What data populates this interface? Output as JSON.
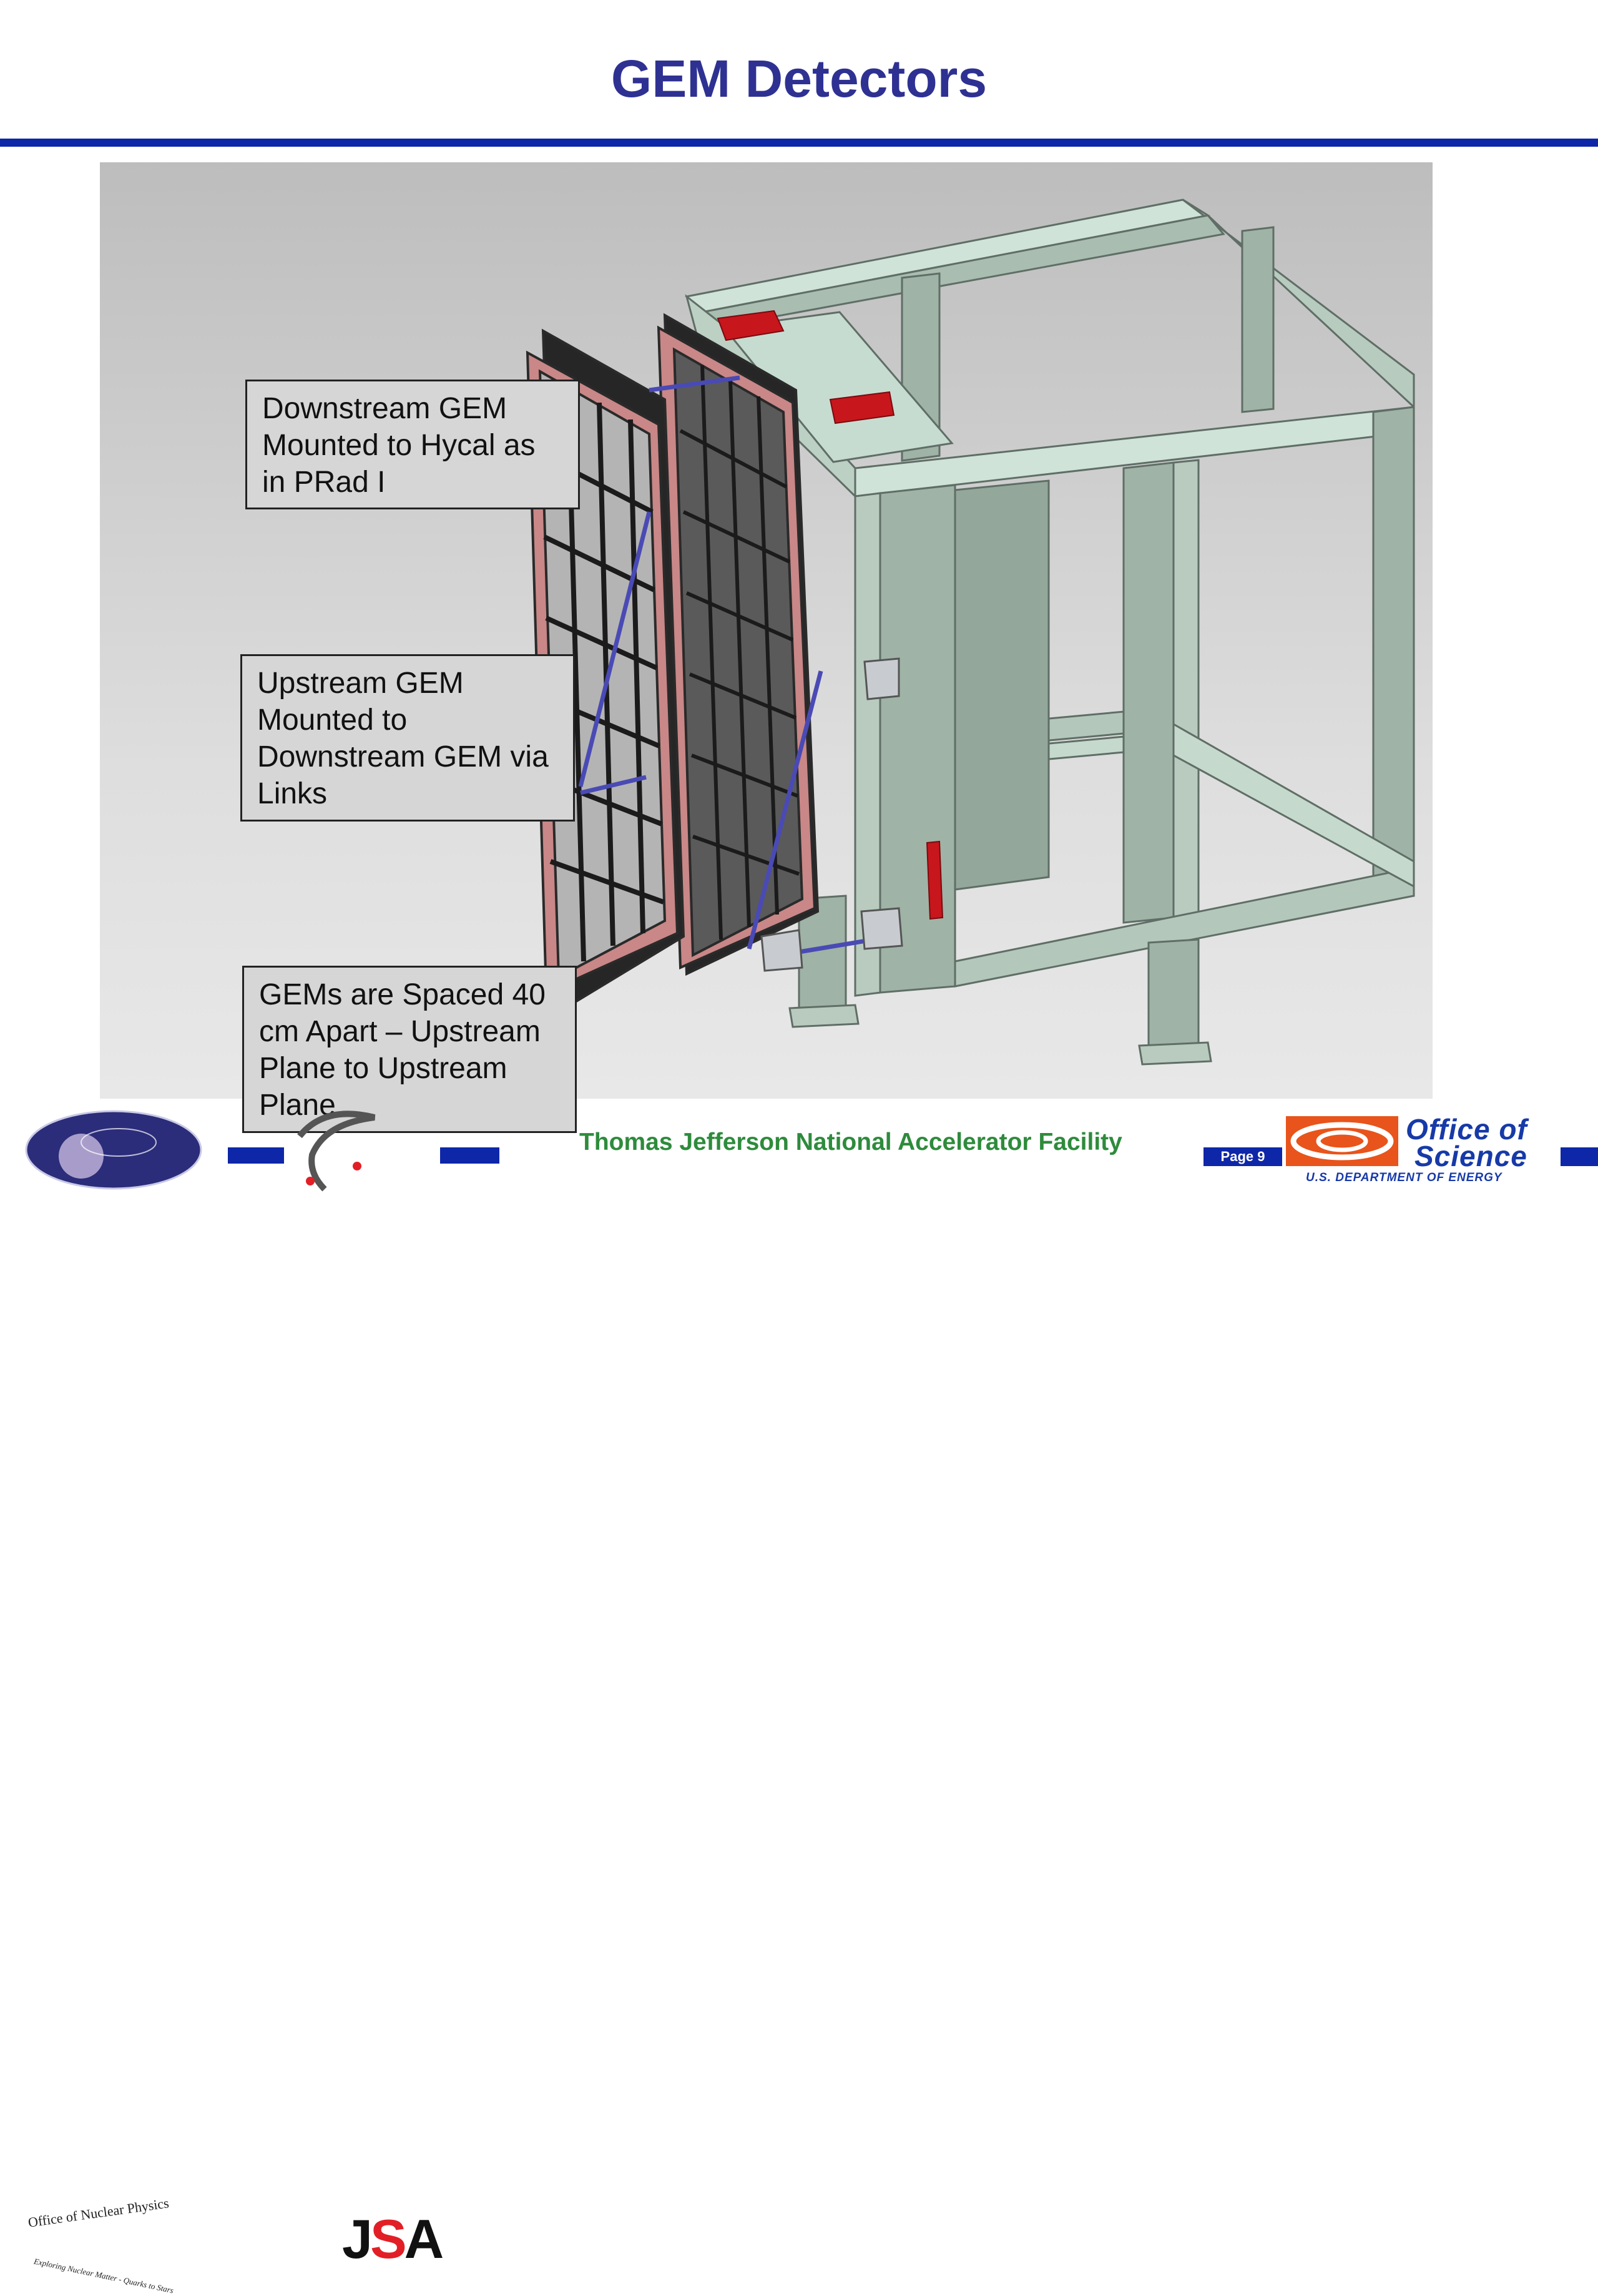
{
  "slide": {
    "title": "GEM Detectors"
  },
  "callouts": [
    "Downstream GEM Mounted to Hycal as in PRad I",
    "Upstream GEM Mounted to Downstream GEM via Links",
    "GEMs are Spaced 40 cm Apart – Upstream Plane to Upstream Plane"
  ],
  "footer": {
    "lab_name": "Thomas Jefferson National Accelerator Facility",
    "page_label": "Page 9",
    "onp_logo_top": "Office of Nuclear Physics",
    "onp_logo_bottom": "Exploring Nuclear Matter - Quarks to Stars",
    "jsa_logo_j": "J",
    "jsa_logo_s": "S",
    "jsa_logo_a": "A",
    "oos_line1": "Office of",
    "oos_line2": "Science",
    "oos_line3": "U.S. DEPARTMENT OF ENERGY"
  },
  "colors": {
    "title_blue": "#2e3192",
    "rule_blue": "#0d27a8",
    "footer_green": "#2e8b3c",
    "frame_green": "#9fb3a6",
    "gem_pink": "#c98787",
    "bracket_red": "#c8161d"
  }
}
